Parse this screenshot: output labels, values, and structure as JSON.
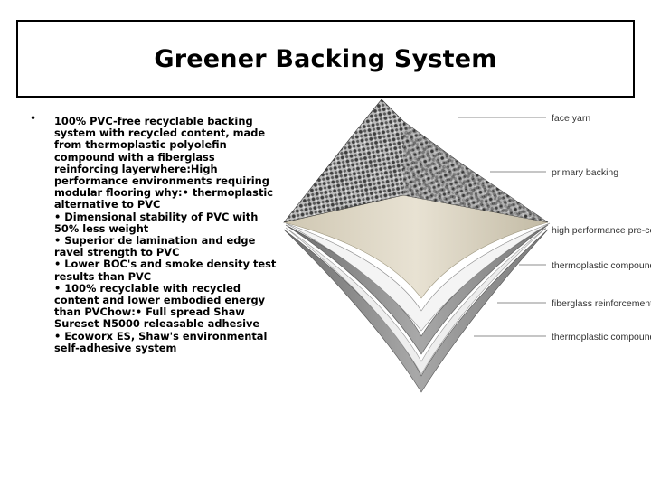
{
  "title": "Greener Backing System",
  "bullet_marker": "•",
  "body_lines": [
    "100% PVC-free recyclable backing",
    "system with recycled content, made",
    "from thermoplastic polyolefin",
    "compound with a fiberglass",
    "reinforcing layerwhere:High",
    "performance environments requiring",
    "modular flooring why:• thermoplastic",
    "alternative to PVC",
    "• Dimensional stability of PVC with",
    "50% less weight",
    "• Superior de lamination and edge",
    "ravel strength to PVC",
    "• Lower BOC's and smoke density test",
    "results than PVC",
    "• 100% recyclable with recycled",
    "content and lower embodied energy",
    "than PVChow:• Full spread Shaw",
    "Sureset N5000 releasable adhesive",
    "• Ecoworx ES, Shaw's environmental",
    "self-adhesive system"
  ],
  "figure": {
    "labels": {
      "face_yarn": "face yarn",
      "primary_backing": "primary backing",
      "precoat": "high performance pre-coat",
      "thermo1": "thermoplastic compound",
      "fiberglass": "fiberglass reinforcement",
      "thermo2": "thermoplastic compound"
    },
    "colors": {
      "yarn_dark": "#4a4a4a",
      "yarn_light": "#c8c8c8",
      "backing_beige": "#d9d2c0",
      "layer_white": "#f2f2f2",
      "layer_gray": "#8c8c8c",
      "leader": "#666666"
    }
  }
}
